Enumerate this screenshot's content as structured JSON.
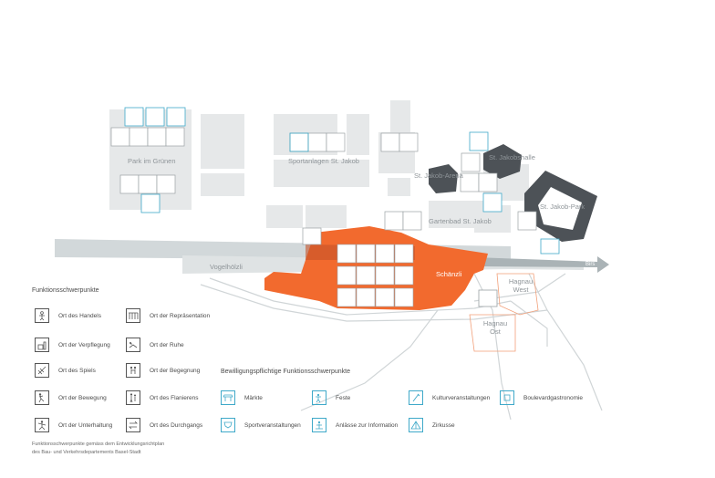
{
  "map": {
    "labels": {
      "park_im_gruenen": "Park im Grünen",
      "sportanlagen": "Sportanlagen St. Jakob",
      "jakob_arena": "St. Jakob-Arena",
      "jakobshalle": "St. Jakobshalle",
      "jakob_park": "St. Jakob-Park",
      "gartenbad": "Gartenbad St. Jakob",
      "vogelhoelzli": "Vogelhölzli",
      "schaenzli": "Schänzli",
      "hagnau_west": "Hagnau West",
      "hagnau_ost": "Hagnau Ost",
      "birs": "Birs"
    },
    "colors": {
      "orange": "#f26a2e",
      "dark_grey": "#4d5257",
      "light_grey": "#e4e6e7",
      "blue": "#3fa9c9",
      "road_grey": "#c9cfd1"
    }
  },
  "legend": {
    "title": "Funktionsschwerpunkte",
    "items_col1": [
      {
        "icon": "handel-icon",
        "label": "Ort des Handels"
      },
      {
        "icon": "verpflegung-icon",
        "label": "Ort der Verpflegung"
      },
      {
        "icon": "spiel-icon",
        "label": "Ort des Spiels"
      },
      {
        "icon": "bewegung-icon",
        "label": "Ort der Bewegung"
      },
      {
        "icon": "unterhaltung-icon",
        "label": "Ort der Unterhaltung"
      }
    ],
    "items_col2": [
      {
        "icon": "repraesentation-icon",
        "label": "Ort der Repräsentation"
      },
      {
        "icon": "ruhe-icon",
        "label": "Ort der Ruhe"
      },
      {
        "icon": "begegnung-icon",
        "label": "Ort der Begegnung"
      },
      {
        "icon": "flanieren-icon",
        "label": "Ort des Flanierens"
      },
      {
        "icon": "durchgang-icon",
        "label": "Ort des Durchgangs"
      }
    ],
    "footnote_line1": "Funktionsschwerpunkte gemäss dem Entwicklungsrichtplan",
    "footnote_line2": "des Bau- und Verkehrsdepartements Basel-Stadt"
  },
  "permit_legend": {
    "title": "Bewilligungspflichtige Funktionsschwerpunkte",
    "items": [
      {
        "icon": "maerkte-icon",
        "label": "Märkte"
      },
      {
        "icon": "feste-icon",
        "label": "Feste"
      },
      {
        "icon": "kultur-icon",
        "label": "Kulturveranstaltungen"
      },
      {
        "icon": "boulevard-icon",
        "label": "Boulevardgastronomie"
      },
      {
        "icon": "sport-icon",
        "label": "Sportveranstaltungen"
      },
      {
        "icon": "information-icon",
        "label": "Anlässe zur Information"
      },
      {
        "icon": "zirkus-icon",
        "label": "Zirkusse"
      }
    ]
  }
}
